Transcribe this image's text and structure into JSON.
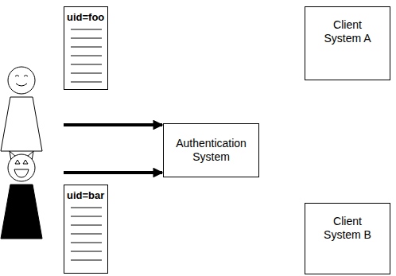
{
  "diagram": {
    "nodes": [
      {
        "text": [
          "uid=foo"
        ]
      },
      {
        "text": [
          "Client System A"
        ]
      },
      {
        "text": [
          "Authentication System"
        ]
      },
      {
        "text": [
          "uid=bar"
        ]
      },
      {
        "text": [
          "Client System B"
        ]
      }
    ]
  }
}
